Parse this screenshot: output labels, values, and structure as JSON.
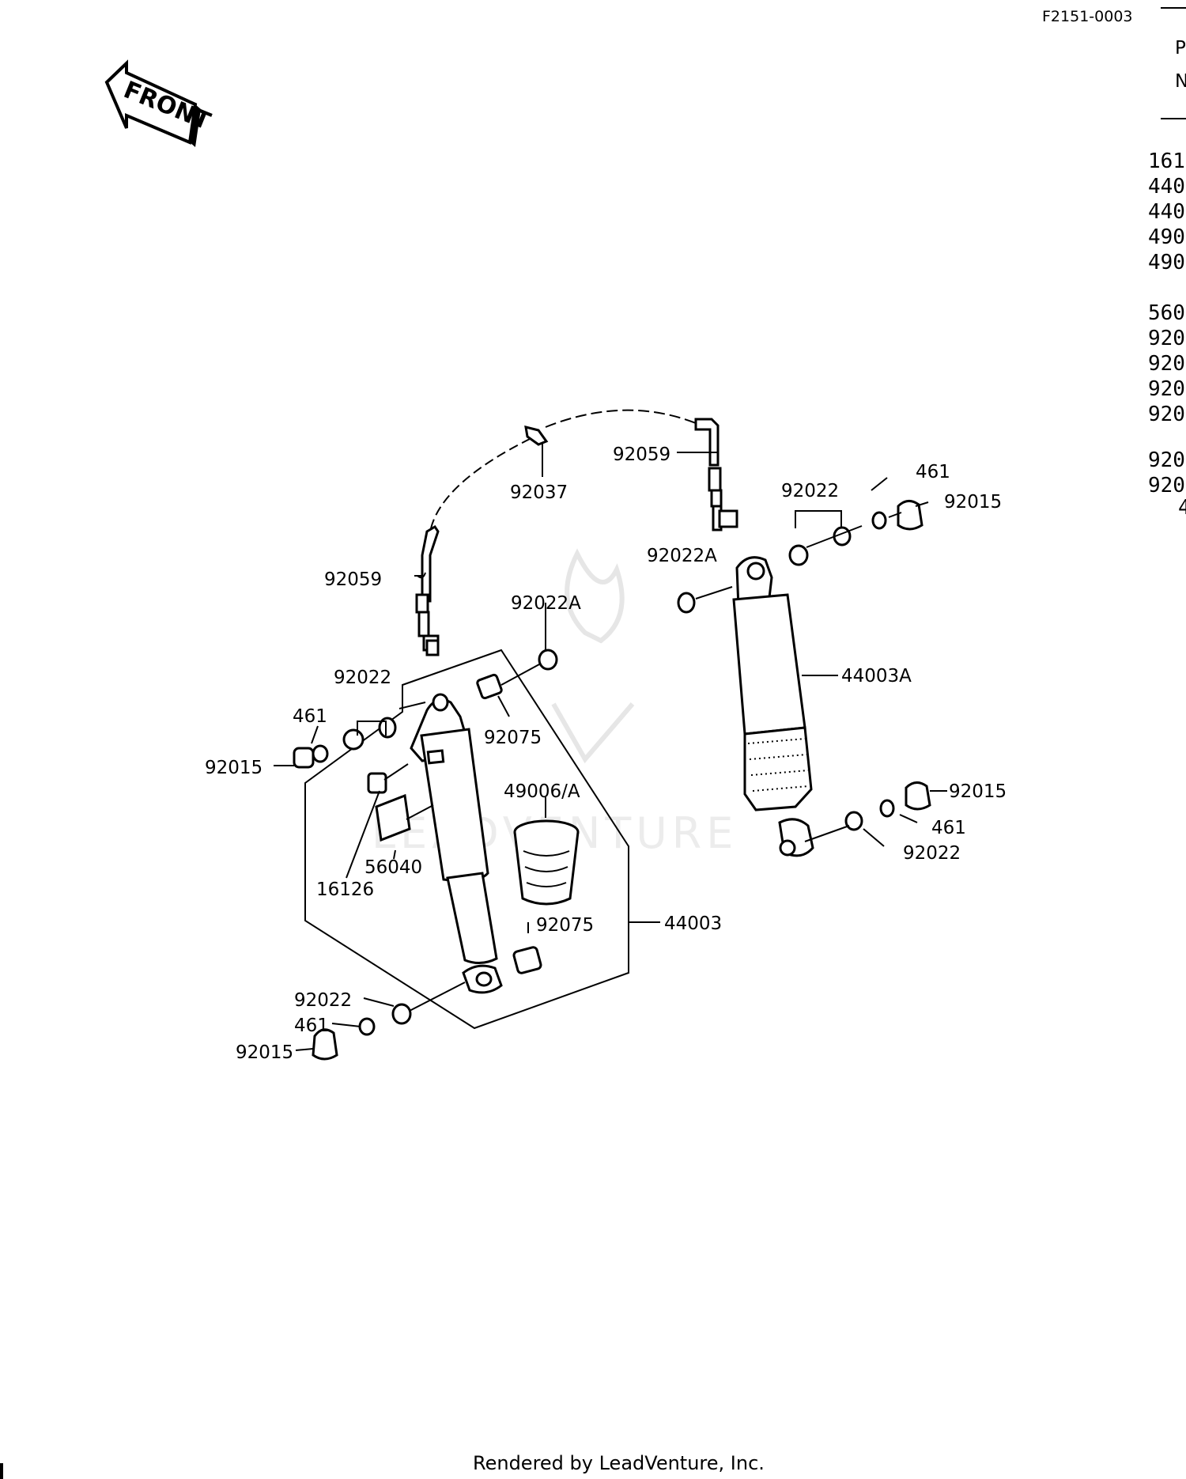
{
  "diagram_code": "F2151-0003",
  "front_label": "FRONT",
  "footer": "Rendered by LeadVenture, Inc.",
  "watermark": "LEADVENTURE",
  "right_index_header": [
    "P",
    "N"
  ],
  "right_index": [
    "161",
    "440",
    "440",
    "490",
    "490",
    "",
    "560",
    "920",
    "920",
    "920",
    "920",
    "",
    "920",
    "920",
    "4"
  ],
  "callouts": {
    "c92037": "92037",
    "c92059_top": "92059",
    "c92059_left": "92059",
    "c92022_top_right": "92022",
    "c461_top_right": "461",
    "c92015_top_right": "92015",
    "c92022A_right": "92022A",
    "c92022A_left": "92022A",
    "c44003A": "44003A",
    "c92022_left": "92022",
    "c461_left": "461",
    "c92015_left": "92015",
    "c92075_top": "92075",
    "c49006": "49006/A",
    "c56040": "56040",
    "c16126": "16126",
    "c92075_bottom": "92075",
    "c44003": "44003",
    "c92015_right_mid": "92015",
    "c461_right_mid": "461",
    "c92022_right_mid": "92022",
    "c92022_bottom": "92022",
    "c461_bottom": "461",
    "c92015_bottom": "92015"
  }
}
